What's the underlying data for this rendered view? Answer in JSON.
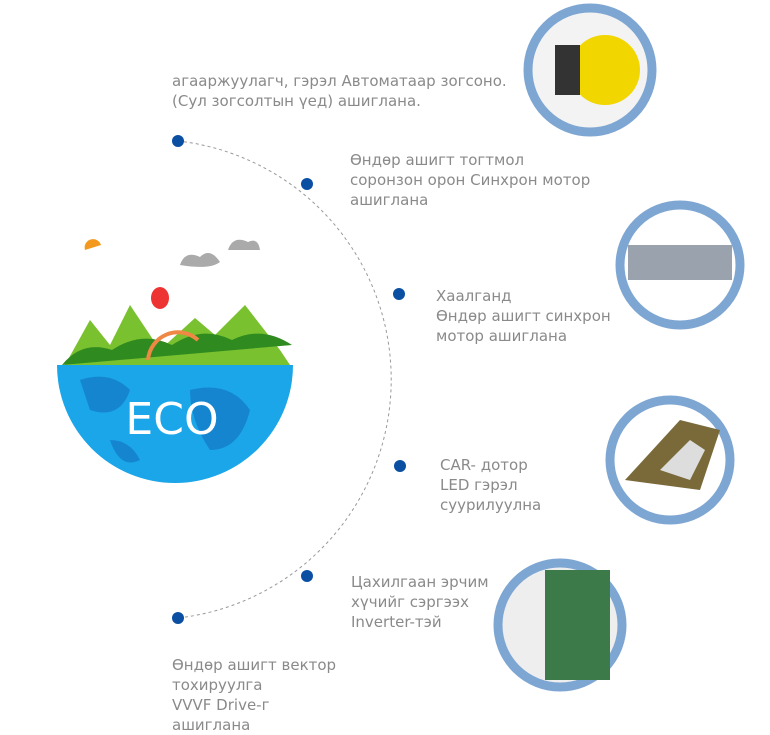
{
  "eco_label": "ECO",
  "features": [
    {
      "text": "агааржуулагч, гэрэл Автоматаар зогсоно.\n(Сул зогсолтын үед) ашиглана."
    },
    {
      "text": "Өндөр ашигт тогтмол\nсоронзон орон Синхрон мотор\nашиглана"
    },
    {
      "text": "Хаалганд\nӨндөр ашигт синхрон\nмотор ашиглана"
    },
    {
      "text": "CAR- дотор\nLED гэрэл\nсуурилуулна"
    },
    {
      "text": "Цахилгаан эрчим\nхүчийг сэргээх\nInverter-тэй"
    },
    {
      "text": "Өндөр ашигт вектор\nтохируулга\nVVVF Drive-г\nашиглана"
    }
  ],
  "colors": {
    "dot": "#0b4fa3",
    "ring": "#7ea6d2",
    "text": "#8a8a8a",
    "ocean": "#1aa6e8",
    "grass": "#5cb82e"
  }
}
